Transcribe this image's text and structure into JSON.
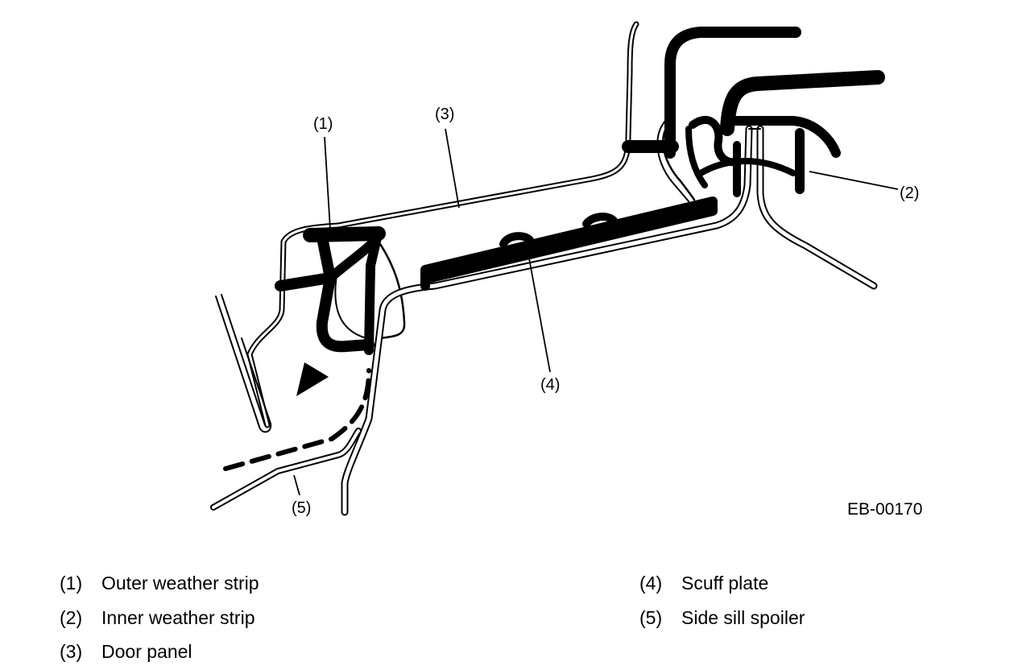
{
  "figure_id": "EB-00170",
  "callouts": {
    "c1": "(1)",
    "c2": "(2)",
    "c3": "(3)",
    "c4": "(4)",
    "c5": "(5)"
  },
  "legend": [
    {
      "num": "(1)",
      "label": "Outer weather strip"
    },
    {
      "num": "(2)",
      "label": "Inner weather strip"
    },
    {
      "num": "(3)",
      "label": "Door panel"
    },
    {
      "num": "(4)",
      "label": "Scuff plate"
    },
    {
      "num": "(5)",
      "label": "Side sill spoiler"
    }
  ],
  "colors": {
    "ink": "#000000",
    "background": "#ffffff"
  }
}
